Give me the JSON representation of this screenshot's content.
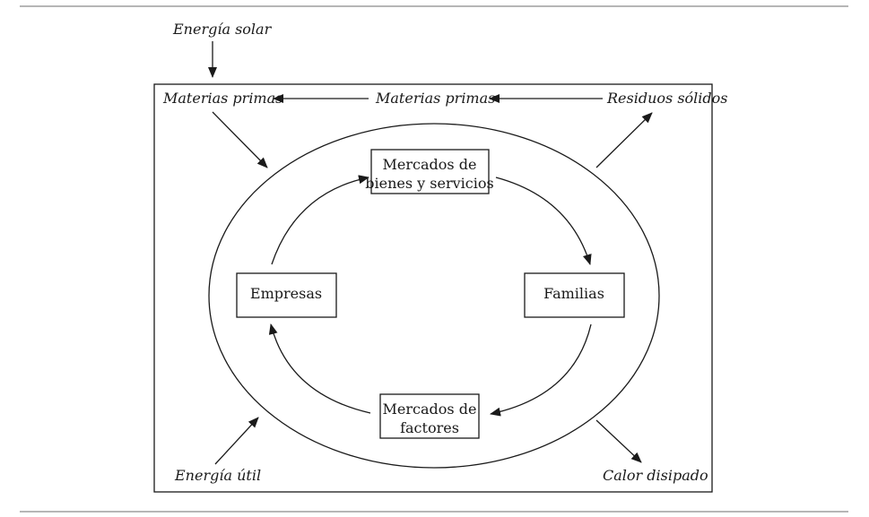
{
  "labels": {
    "solar": "Energía solar",
    "raw_left": "Materias primas",
    "raw_mid": "Materias primas",
    "waste": "Residuos sólidos",
    "useful": "Energía útil",
    "heat": "Calor disipado"
  },
  "boxes": {
    "goods_line1": "Mercados de",
    "goods_line2": "bienes y servicios",
    "firms": "Empresas",
    "families": "Familias",
    "factors_line1": "Mercados de",
    "factors_line2": "factores"
  }
}
